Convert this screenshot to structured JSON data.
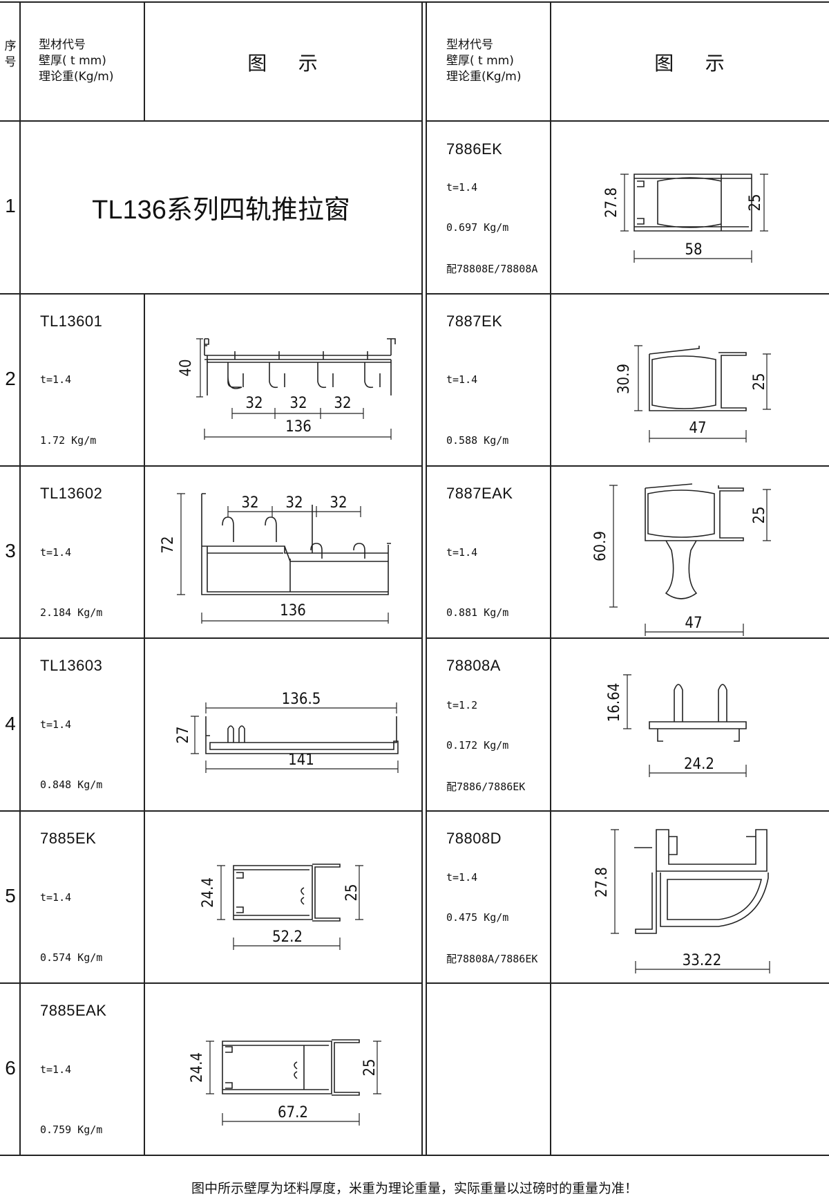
{
  "header": {
    "seq_label": "序\n号",
    "profile_label_lines": [
      "型材代号",
      "壁厚( t mm)",
      "理论重(Kg/m)"
    ],
    "drawing_label": "图    示"
  },
  "left": [
    {
      "seq": "1",
      "series_title": "TL136系列四轨推拉窗"
    },
    {
      "seq": "2",
      "code": "TL13601",
      "thickness": "t=1.4",
      "weight": "1.72 Kg/m",
      "dims": {
        "height": "40",
        "pitch": [
          "32",
          "32",
          "32"
        ],
        "width": "136"
      }
    },
    {
      "seq": "3",
      "code": "TL13602",
      "thickness": "t=1.4",
      "weight": "2.184 Kg/m",
      "dims": {
        "height": "72",
        "pitch": [
          "32",
          "32",
          "32"
        ],
        "width": "136"
      }
    },
    {
      "seq": "4",
      "code": "TL13603",
      "thickness": "t=1.4",
      "weight": "0.848 Kg/m",
      "dims": {
        "height": "27",
        "top_width": "136.5",
        "width": "141"
      }
    },
    {
      "seq": "5",
      "code": "7885EK",
      "thickness": "t=1.4",
      "weight": "0.574 Kg/m",
      "dims": {
        "height": "24.4",
        "right_height": "25",
        "width": "52.2"
      }
    },
    {
      "seq": "6",
      "code": "7885EAK",
      "thickness": "t=1.4",
      "weight": "0.759 Kg/m",
      "dims": {
        "height": "24.4",
        "right_height": "25",
        "width": "67.2"
      }
    }
  ],
  "right": [
    {
      "code": "7886EK",
      "thickness": "t=1.4",
      "weight": "0.697 Kg/m",
      "match": "配78808E/78808A",
      "dims": {
        "height": "27.8",
        "right_height": "25",
        "width": "58"
      }
    },
    {
      "code": "7887EK",
      "thickness": "t=1.4",
      "weight": "0.588 Kg/m",
      "dims": {
        "height": "30.9",
        "right_height": "25",
        "width": "47"
      }
    },
    {
      "code": "7887EAK",
      "thickness": "t=1.4",
      "weight": "0.881 Kg/m",
      "dims": {
        "height": "60.9",
        "right_height": "25",
        "width": "47"
      }
    },
    {
      "code": "78808A",
      "thickness": "t=1.2",
      "weight": "0.172 Kg/m",
      "match": "配7886/7886EK",
      "dims": {
        "height": "16.64",
        "width": "24.2"
      }
    },
    {
      "code": "78808D",
      "thickness": "t=1.4",
      "weight": "0.475 Kg/m",
      "match": "配78808A/7886EK",
      "dims": {
        "height": "27.8",
        "width": "33.22"
      }
    }
  ],
  "footer": "图中所示壁厚为坯料厚度，米重为理论重量，实际重量以过磅时的重量为准！"
}
